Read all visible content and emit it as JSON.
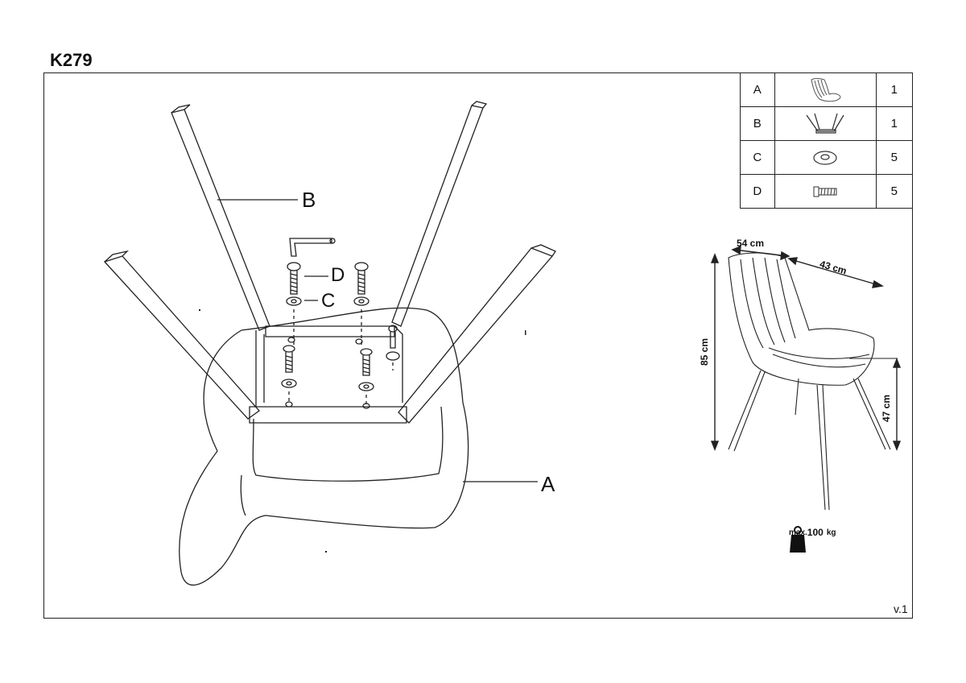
{
  "product": {
    "code": "K279"
  },
  "parts": [
    {
      "letter": "A",
      "icon": "chair-seat-icon",
      "qty": "1"
    },
    {
      "letter": "B",
      "icon": "chair-legs-icon",
      "qty": "1"
    },
    {
      "letter": "C",
      "icon": "washer-icon",
      "qty": "5"
    },
    {
      "letter": "D",
      "icon": "bolt-icon",
      "qty": "5"
    }
  ],
  "diagram_labels": {
    "legs": "B",
    "bolt": "D",
    "washer": "C",
    "seat": "A"
  },
  "dimensions": {
    "width": "54 cm",
    "depth": "43 cm",
    "height": "85 cm",
    "seat_height": "47 cm"
  },
  "max_load": {
    "prefix": "max.",
    "value": "100",
    "unit": "kg"
  },
  "version": "v.1"
}
